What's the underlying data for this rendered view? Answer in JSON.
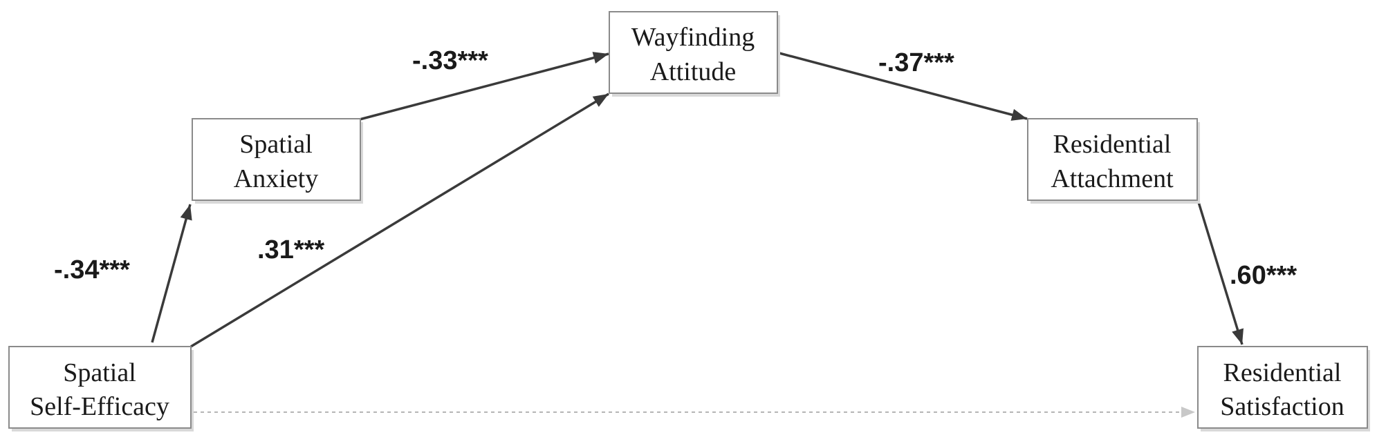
{
  "nodes": {
    "self_efficacy": {
      "line1": "Spatial",
      "line2": "Self-Efficacy"
    },
    "anxiety": {
      "line1": "Spatial",
      "line2": "Anxiety"
    },
    "wayfinding": {
      "line1": "Wayfinding",
      "line2": "Attitude"
    },
    "attachment": {
      "line1": "Residential",
      "line2": "Attachment"
    },
    "satisfaction": {
      "line1": "Residential",
      "line2": "Satisfaction"
    }
  },
  "paths": {
    "efficacy_to_anxiety": {
      "coefficient": "-.34***"
    },
    "anxiety_to_wayfinding": {
      "coefficient": "-.33***"
    },
    "efficacy_to_wayfinding": {
      "coefficient": ".31***"
    },
    "wayfinding_to_attachment": {
      "coefficient": "-.37***"
    },
    "attachment_to_satisfaction": {
      "coefficient": ".60***"
    },
    "efficacy_to_satisfaction": {
      "coefficient": "",
      "style": "dashed"
    }
  },
  "colors": {
    "arrow": "#3a3a3a",
    "dashed_arrow": "#b5b5b5",
    "box_border": "#8a8a8a",
    "text": "#1a1a1a"
  }
}
